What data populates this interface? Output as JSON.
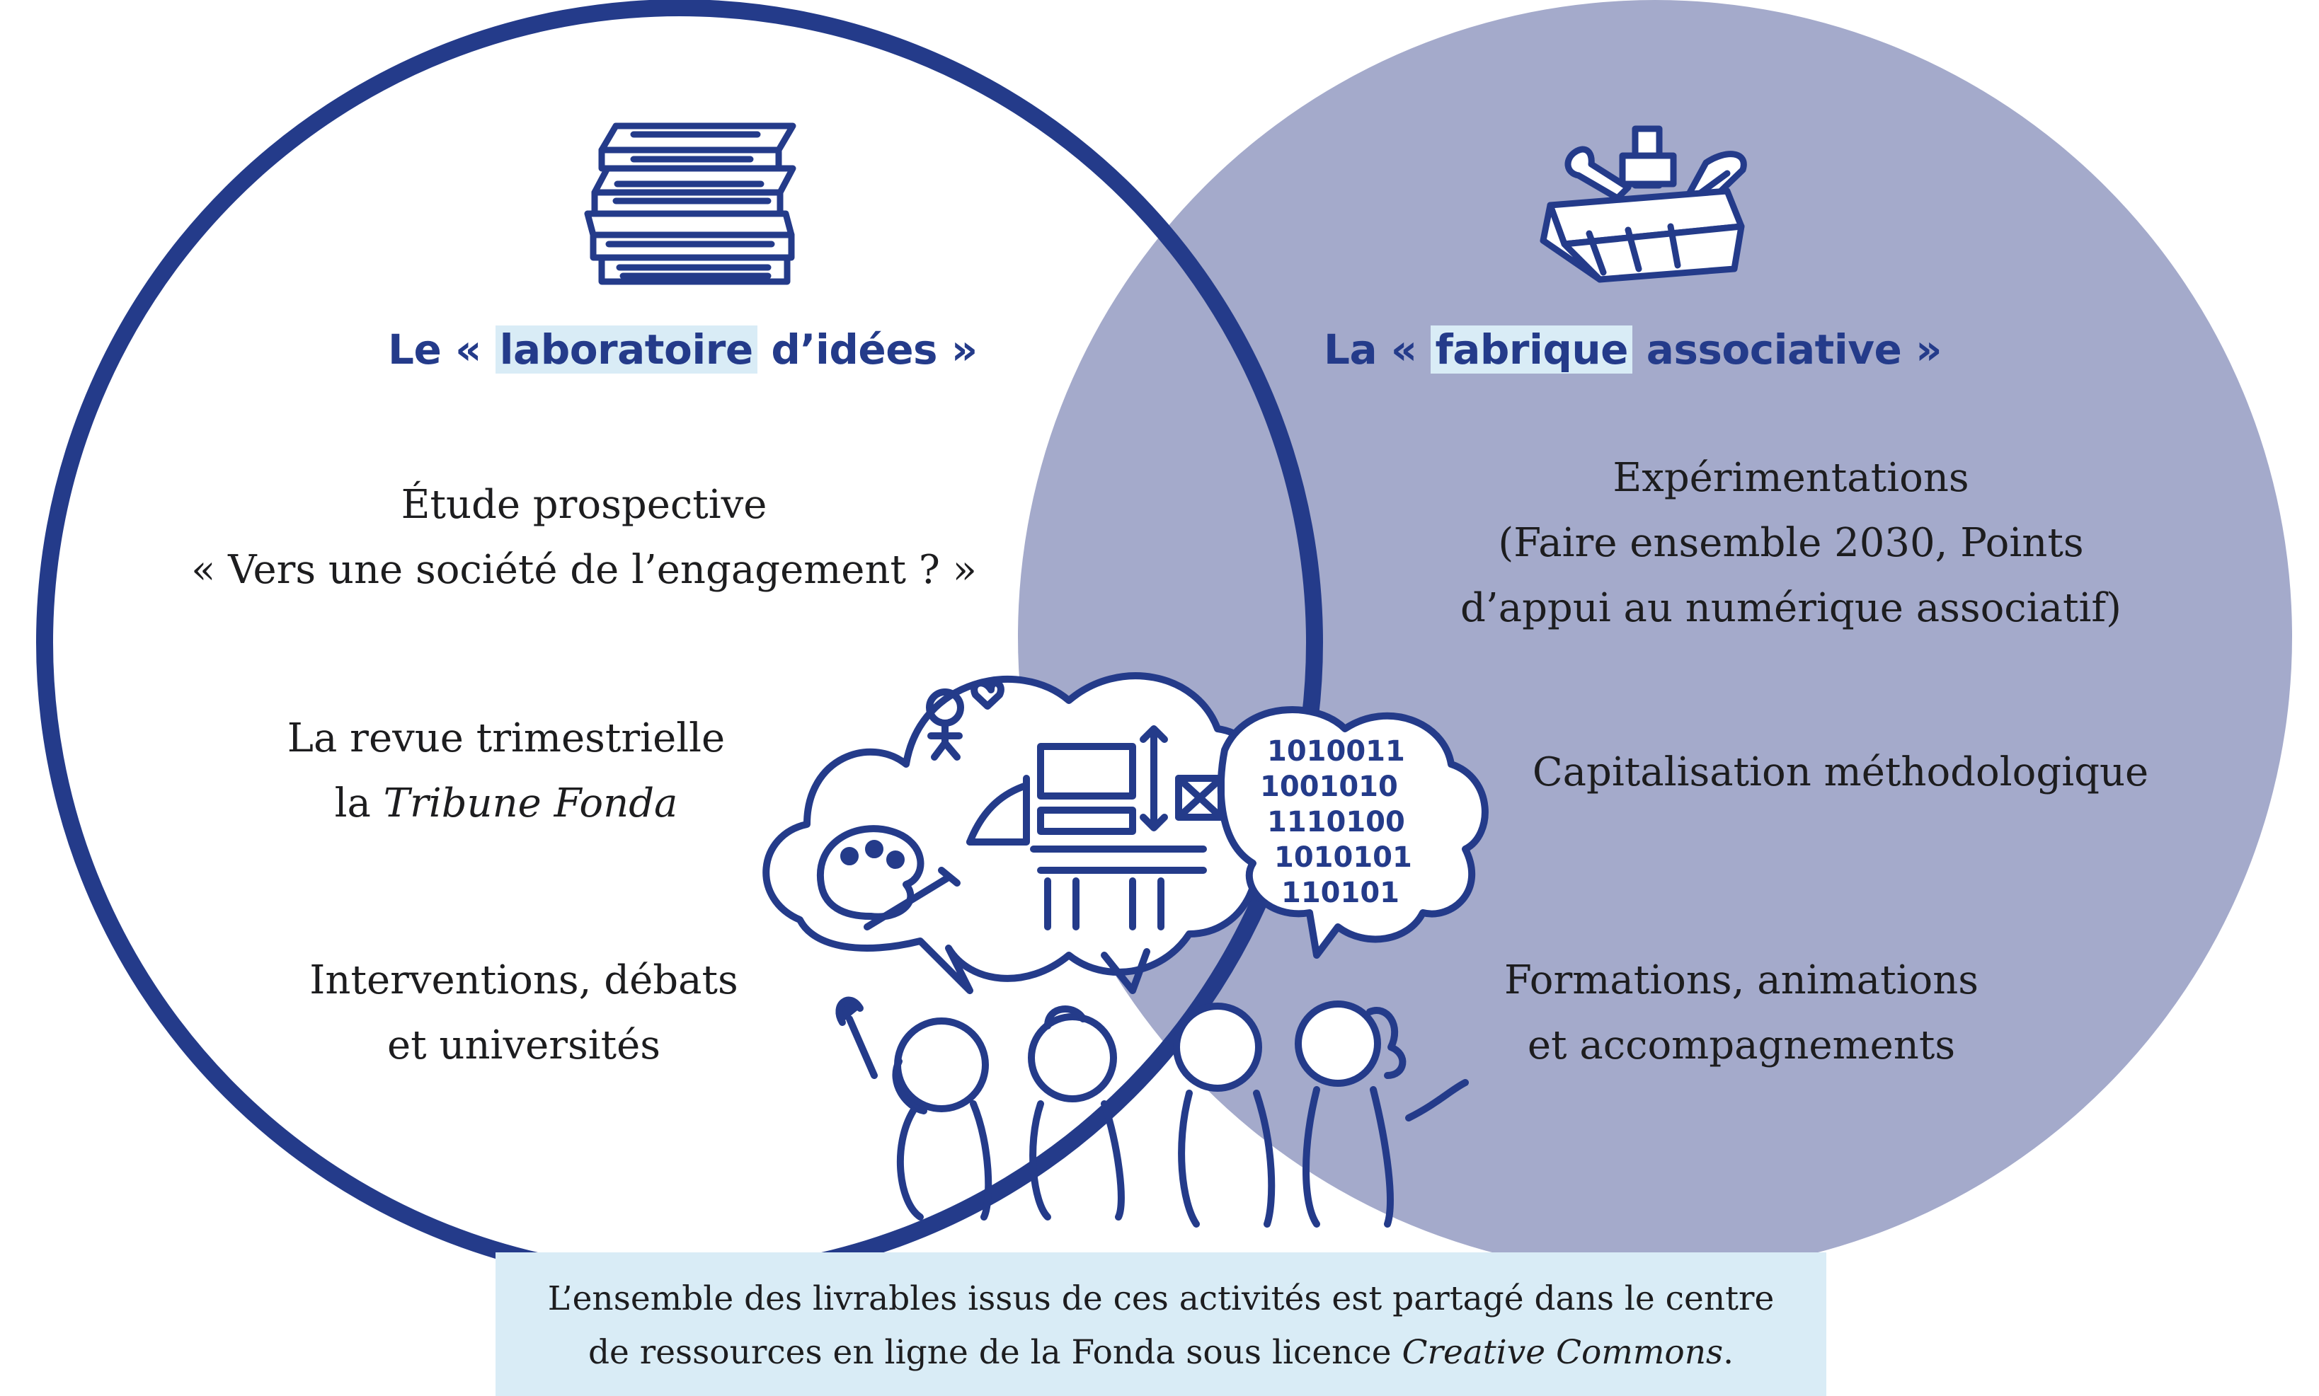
{
  "left": {
    "title": {
      "prefix": "Le «",
      "highlight": "laboratoire",
      "suffix": "d’idées »"
    },
    "items": [
      {
        "lines": [
          "Étude prospective",
          "« Vers une société de l’engagement ? »"
        ]
      },
      {
        "line1": "La revue trimestrielle",
        "line2_prefix": "la ",
        "line2_italic": "Tribune Fonda"
      },
      {
        "lines": [
          "Interventions, débats",
          "et universités"
        ]
      }
    ]
  },
  "right": {
    "title": {
      "prefix": "La «",
      "highlight": "fabrique",
      "suffix": "associative »"
    },
    "items": [
      {
        "lines": [
          "Expérimentations",
          "(Faire ensemble 2030, Points",
          "d’appui au numérique associatif)"
        ]
      },
      {
        "lines": [
          "Capitalisation méthodologique"
        ]
      },
      {
        "lines": [
          "Formations, animations",
          "et accompagnements"
        ]
      }
    ]
  },
  "footer": {
    "line1": "L’ensemble des livrables issus de ces activités est partagé dans le centre",
    "line2_prefix": "de ressources en ligne de la Fonda sous licence ",
    "line2_italic": "Creative Commons",
    "line2_suffix": "."
  },
  "colors": {
    "navy": "#243b8a",
    "lavender": "#a4aacb",
    "highlight": "#d9ecf6"
  },
  "icons": [
    "books-icon",
    "toolbox-icon",
    "thought-bubble-illustration",
    "people-illustration"
  ]
}
